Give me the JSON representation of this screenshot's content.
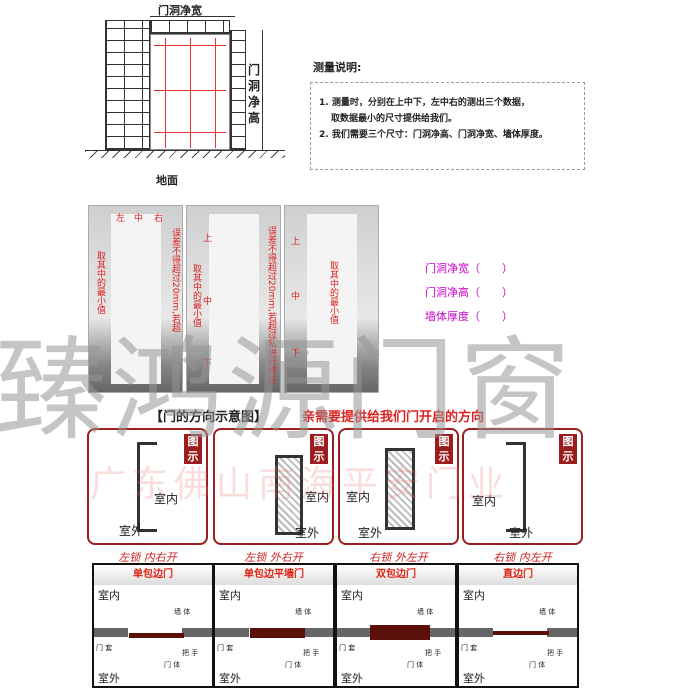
{
  "top_diagram": {
    "width_label": "门洞净宽",
    "height_label": "门洞净高",
    "ground_label": "地面"
  },
  "instructions": {
    "title": "测量说明:",
    "item1_line1": "1. 测量时，分别在上中下，左中右的测出三个数据，",
    "item1_line2": "取数据最小的尺寸提供给我们。",
    "item2": "2. 我们需要三个尺寸：门洞净高、门洞净宽、墙体厚度。"
  },
  "photos": [
    {
      "top_labels": [
        "左",
        "中",
        "右"
      ],
      "note1": "取其中的最小值",
      "note2": "误差不得超过20mm,若超"
    },
    {
      "side_labels": [
        "上",
        "中",
        "下"
      ],
      "note1": "取其中的最小值",
      "note2": "误差不得超过20mm,若超过私进行修正"
    },
    {
      "side_labels": [
        "上",
        "中",
        "下"
      ],
      "note1": "取其中的最小值"
    }
  ],
  "fill_list": [
    "门洞净宽（　　）",
    "门洞净高（　　）",
    "墙体厚度（　　）"
  ],
  "watermark": "臻鸿源门窗",
  "watermark2": "广东佛山南海平安门业",
  "direction": {
    "title": "【门的方向示意图】",
    "subtitle": "亲需要提供给我们门开启的方向",
    "badge": "图示",
    "indoor": "室内",
    "outdoor": "室外",
    "captions": [
      "左锁 内右开",
      "左锁 外右开",
      "右锁 外左开",
      "右锁 内左开"
    ]
  },
  "types": {
    "indoor": "室内",
    "outdoor": "室外",
    "wall": "墙 体",
    "frame": "门 套",
    "handle": "把 手",
    "body": "门 体",
    "names": [
      "单包边门",
      "单包边平墙门",
      "双包边门",
      "直边门"
    ]
  }
}
